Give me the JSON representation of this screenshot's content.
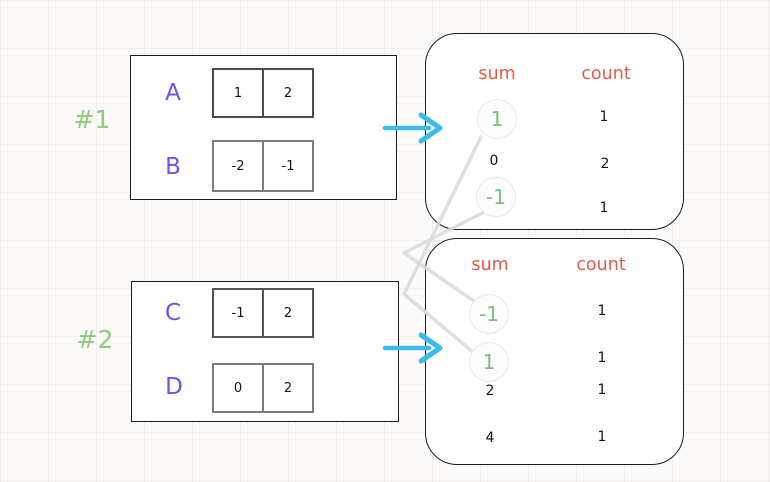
{
  "diagram": {
    "examples": [
      {
        "label": "#1",
        "arrays": [
          {
            "name": "A",
            "values": [
              "1",
              "2"
            ]
          },
          {
            "name": "B",
            "values": [
              "-2",
              "-1"
            ]
          }
        ],
        "result_table": {
          "sum_header": "sum",
          "count_header": "count",
          "rows": [
            {
              "sum": "1",
              "count": "1",
              "circled": true
            },
            {
              "sum": "0",
              "count": "2",
              "circled": false
            },
            {
              "sum": "-1",
              "count": "1",
              "circled": true
            }
          ]
        }
      },
      {
        "label": "#2",
        "arrays": [
          {
            "name": "C",
            "values": [
              "-1",
              "2"
            ]
          },
          {
            "name": "D",
            "values": [
              "0",
              "2"
            ]
          }
        ],
        "result_table": {
          "sum_header": "sum",
          "count_header": "count",
          "rows": [
            {
              "sum": "-1",
              "count": "1",
              "circled": true
            },
            {
              "sum": "1",
              "count": "1",
              "circled": true
            },
            {
              "sum": "2",
              "count": "1",
              "circled": false
            },
            {
              "sum": "4",
              "count": "1",
              "circled": false
            }
          ]
        }
      }
    ],
    "connections": [
      {
        "from_example1_sum": "1",
        "to_example2_sum": "1"
      },
      {
        "from_example1_sum": "-1",
        "to_example2_sum": "-1"
      }
    ],
    "colors": {
      "array_name": "#7450e8",
      "example_label": "#8ecb7f",
      "table_header": "#e15b49",
      "circled_value": "#74c177",
      "arrow": "#3abced",
      "connector": "#d9d9d9"
    }
  }
}
